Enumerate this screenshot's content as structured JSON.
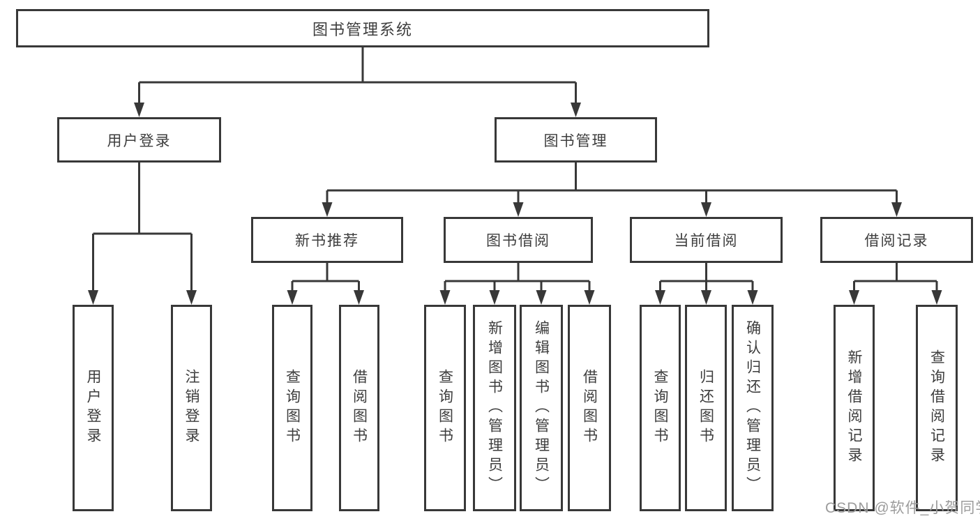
{
  "diagram": {
    "title": "图书管理系统",
    "tree": {
      "root": {
        "label": "图书管理系统"
      },
      "user_login": {
        "label": "用户登录",
        "children": {
          "login": {
            "label": "用户登录"
          },
          "logout": {
            "label": "注销登录"
          }
        }
      },
      "book_mgmt": {
        "label": "图书管理",
        "children": {
          "new_book": {
            "label": "新书推荐",
            "children": {
              "query_book": {
                "label": "查询图书"
              },
              "borrow_book": {
                "label": "借阅图书"
              }
            }
          },
          "book_borrow": {
            "label": "图书借阅",
            "children": {
              "query_book": {
                "label": "查询图书"
              },
              "add_book": {
                "label": "新增图书（管理员）"
              },
              "edit_book": {
                "label": "编辑图书（管理员）"
              },
              "borrow_book": {
                "label": "借阅图书"
              }
            }
          },
          "current_borrow": {
            "label": "当前借阅",
            "children": {
              "query_book": {
                "label": "查询图书"
              },
              "return_book": {
                "label": "归还图书"
              },
              "confirm_return": {
                "label": "确认归还（管理员）"
              }
            }
          },
          "borrow_record": {
            "label": "借阅记录",
            "children": {
              "add_record": {
                "label": "新增借阅记录"
              },
              "query_record": {
                "label": "查询借阅记录"
              }
            }
          }
        }
      }
    }
  },
  "watermark": {
    "text": "CSDN @软件_小贺同学"
  },
  "colors": {
    "line": "#383838",
    "text": "#3d3d3d",
    "watermark": "#9c9c9c",
    "background": "#ffffff"
  }
}
